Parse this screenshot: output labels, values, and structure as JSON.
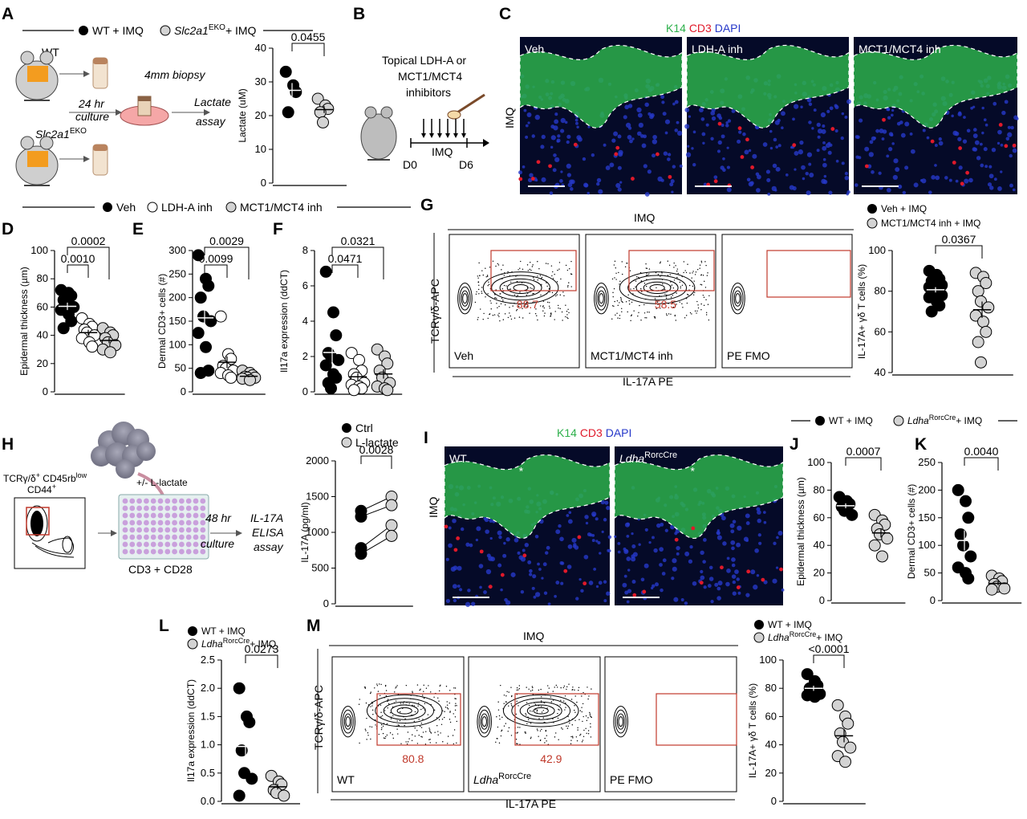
{
  "panel_labels": [
    "A",
    "B",
    "C",
    "D",
    "E",
    "F",
    "G",
    "H",
    "I",
    "J",
    "K",
    "L",
    "M"
  ],
  "colors": {
    "filled": "#000000",
    "open": "#ffffff",
    "gray": "#d3d3d3",
    "gate": "#c0392b",
    "k14": "#2db04b",
    "cd3": "#e0192a",
    "dapi": "#2638c9",
    "plate": "#c9a0dc"
  },
  "panelA": {
    "legend_wt": "WT + IMQ",
    "legend_eko_gene": "Slc2a1",
    "legend_eko_sup": "EKO",
    "legend_eko_suffix": "+ IMQ",
    "mouse1_label": "WT",
    "mouse2_gene": "Slc2a1",
    "mouse2_sup": "EKO",
    "biopsy_label": "4mm biopsy",
    "culture_line1": "24 hr",
    "culture_line2": "culture",
    "assay_line1": "Lactate",
    "assay_line2": "assay"
  },
  "panelB": {
    "line1": "Topical LDH-A or",
    "line2": "MCT1/MCT4",
    "line3": "inhibitors",
    "imq": "IMQ",
    "d0": "D0",
    "d6": "D6"
  },
  "panelC": {
    "stain_k14": "K14",
    "stain_cd3": "CD3",
    "stain_dapi": "DAPI",
    "row_label": "IMQ",
    "images": [
      "Veh",
      "LDH-A inh",
      "MCT1/MCT4 inh"
    ]
  },
  "legendDEF": [
    "Veh",
    "LDH-A inh",
    "MCT1/MCT4 inh"
  ],
  "panelG": {
    "title": "IMQ",
    "yaxis": "TCRγ/δ-APC",
    "xaxis": "IL-17A PE",
    "plots": [
      {
        "label": "Veh",
        "value": "88.7"
      },
      {
        "label": "MCT1/MCT4 inh",
        "value": "58.5"
      },
      {
        "label": "PE FMO",
        "value": ""
      }
    ],
    "legend": [
      "Veh + IMQ",
      "MCT1/MCT4 inh + IMQ"
    ]
  },
  "panelH": {
    "gate_line1_a": "TCRγ/δ",
    "gate_line1_sup": "+",
    "gate_line1_b": " CD45rb",
    "gate_line1_sup2": "low",
    "gate_line2": "CD44",
    "gate_line2_sup": "+",
    "treatment": "+/- L-lactate",
    "plate_label": "CD3 + CD28",
    "culture_line1": "48 hr",
    "culture_line2": "culture",
    "assay_line1": "IL-17A",
    "assay_line2": "ELISA",
    "assay_line3": "assay",
    "legend": [
      "Ctrl",
      "L-lactate"
    ]
  },
  "panelI": {
    "stain_k14": "K14",
    "stain_cd3": "CD3",
    "stain_dapi": "DAPI",
    "row_label": "IMQ",
    "img1": "WT",
    "img2_gene": "Ldha",
    "img2_sup": "RorcCre"
  },
  "legendJK": {
    "wt": "WT + IMQ",
    "ko_gene": "Ldha",
    "ko_sup": "RorcCre",
    "ko_suffix": "+ IMQ"
  },
  "legendL": {
    "wt": "WT + IMQ",
    "ko_gene": "Ldha",
    "ko_sup": "RorcCre",
    "ko_suffix": "+ IMQ"
  },
  "panelM": {
    "title": "IMQ",
    "yaxis": "TCRγ/δ-APC",
    "xaxis": "IL-17A PE",
    "plots": [
      {
        "label": "WT",
        "value": "80.8"
      },
      {
        "label": "Ldha",
        "sup": "RorcCre",
        "value": "42.9"
      },
      {
        "label": "PE FMO",
        "value": ""
      }
    ],
    "legend": {
      "wt": "WT + IMQ",
      "ko_gene": "Ldha",
      "ko_sup": "RorcCre",
      "ko_suffix": "+ IMQ"
    }
  },
  "chart_data": [
    {
      "id": "A",
      "type": "scatter",
      "ylabel": "Lactate (uM)",
      "ylim": [
        0,
        40
      ],
      "yticks": [
        0,
        10,
        20,
        30,
        40
      ],
      "groups": [
        {
          "name": "WT + IMQ",
          "fill": "black",
          "values": [
            33,
            29,
            27,
            21
          ]
        },
        {
          "name": "Slc2a1 EKO + IMQ",
          "fill": "gray",
          "values": [
            25,
            23,
            22,
            21,
            18
          ]
        }
      ],
      "pvalues": [
        {
          "text": "0.0455",
          "from": 0,
          "to": 1
        }
      ]
    },
    {
      "id": "D",
      "type": "scatter",
      "ylabel": "Epidermal thickness (µm)",
      "ylim": [
        0,
        100
      ],
      "yticks": [
        0,
        20,
        40,
        60,
        80,
        100
      ],
      "groups": [
        {
          "name": "Veh",
          "fill": "black",
          "values": [
            72,
            70,
            68,
            65,
            62,
            60,
            58,
            55,
            50,
            45
          ]
        },
        {
          "name": "LDH-A inh",
          "fill": "white",
          "values": [
            52,
            48,
            46,
            44,
            42,
            40,
            38,
            35,
            32
          ]
        },
        {
          "name": "MCT1/MCT4 inh",
          "fill": "gray",
          "values": [
            45,
            42,
            40,
            38,
            35,
            33,
            30,
            28
          ]
        }
      ],
      "pvalues": [
        {
          "text": "0.0002",
          "from": 0,
          "to": 2
        },
        {
          "text": "0.0010",
          "from": 0,
          "to": 1
        }
      ]
    },
    {
      "id": "E",
      "type": "scatter",
      "ylabel": "Dermal CD3+ cells (#)",
      "ylim": [
        0,
        300
      ],
      "yticks": [
        0,
        50,
        100,
        150,
        200,
        250,
        300
      ],
      "groups": [
        {
          "name": "Veh",
          "fill": "black",
          "values": [
            290,
            240,
            225,
            200,
            160,
            150,
            125,
            95,
            45,
            40
          ]
        },
        {
          "name": "LDH-A inh",
          "fill": "white",
          "values": [
            160,
            80,
            70,
            55,
            50,
            45,
            40,
            35,
            30
          ]
        },
        {
          "name": "MCT1/MCT4 inh",
          "fill": "gray",
          "values": [
            45,
            40,
            35,
            32,
            30,
            30,
            28,
            25
          ]
        }
      ],
      "pvalues": [
        {
          "text": "0.0029",
          "from": 0,
          "to": 2
        },
        {
          "text": "0.0099",
          "from": 0,
          "to": 1
        }
      ]
    },
    {
      "id": "F",
      "type": "scatter",
      "ylabel": "Il17a expression (ddCT)",
      "ylim": [
        0,
        8
      ],
      "yticks": [
        0,
        2,
        4,
        6,
        8
      ],
      "groups": [
        {
          "name": "Veh",
          "fill": "black",
          "values": [
            6.8,
            4.5,
            3.2,
            2.2,
            2.0,
            1.8,
            1.5,
            1.0,
            0.8,
            0.5,
            0.2
          ]
        },
        {
          "name": "LDH-A inh",
          "fill": "white",
          "values": [
            2.2,
            1.8,
            1.2,
            1.0,
            0.8,
            0.5,
            0.4,
            0.3,
            0.2,
            0.1
          ]
        },
        {
          "name": "MCT1/MCT4 inh",
          "fill": "gray",
          "values": [
            2.4,
            2.0,
            1.6,
            1.2,
            0.8,
            0.5,
            0.3,
            0.2,
            0.1
          ]
        }
      ],
      "pvalues": [
        {
          "text": "0.0321",
          "from": 0,
          "to": 2
        },
        {
          "text": "0.0471",
          "from": 0,
          "to": 1
        }
      ]
    },
    {
      "id": "G",
      "type": "scatter",
      "ylabel": "IL-17A+ γδ T cells (%)",
      "ylim": [
        40,
        100
      ],
      "yticks": [
        40,
        60,
        80,
        100
      ],
      "groups": [
        {
          "name": "Veh + IMQ",
          "fill": "black",
          "values": [
            90,
            88,
            86,
            85,
            84,
            83,
            82,
            81,
            80,
            80,
            79,
            78,
            77,
            75,
            73,
            70
          ]
        },
        {
          "name": "MCT1/MCT4 inh + IMQ",
          "fill": "gray",
          "values": [
            89,
            87,
            84,
            80,
            75,
            72,
            68,
            65,
            60,
            55,
            45
          ]
        }
      ],
      "pvalues": [
        {
          "text": "0.0367",
          "from": 0,
          "to": 1
        }
      ]
    },
    {
      "id": "H",
      "type": "line",
      "ylabel": "IL-17A (pg/ml)",
      "ylim": [
        0,
        2000
      ],
      "yticks": [
        0,
        500,
        1000,
        1500,
        2000
      ],
      "pairs": [
        [
          1300,
          1500
        ],
        [
          1220,
          1380
        ],
        [
          780,
          1100
        ],
        [
          700,
          950
        ]
      ],
      "series": [
        {
          "name": "Ctrl",
          "fill": "black"
        },
        {
          "name": "L-lactate",
          "fill": "gray"
        }
      ],
      "pvalues": [
        {
          "text": "0.0028",
          "from": 0,
          "to": 1
        }
      ]
    },
    {
      "id": "J",
      "type": "scatter",
      "ylabel": "Epidermal thickness (µm)",
      "ylim": [
        0,
        100
      ],
      "yticks": [
        0,
        20,
        40,
        60,
        80,
        100
      ],
      "groups": [
        {
          "name": "WT + IMQ",
          "fill": "black",
          "values": [
            75,
            72,
            70,
            68,
            65,
            62
          ]
        },
        {
          "name": "Ldha RorcCre + IMQ",
          "fill": "gray",
          "values": [
            62,
            58,
            55,
            52,
            48,
            45,
            40,
            32
          ]
        }
      ],
      "pvalues": [
        {
          "text": "0.0007",
          "from": 0,
          "to": 1
        }
      ]
    },
    {
      "id": "K",
      "type": "scatter",
      "ylabel": "Dermal CD3+ cells (#)",
      "ylim": [
        0,
        250
      ],
      "yticks": [
        0,
        50,
        100,
        150,
        200,
        250
      ],
      "groups": [
        {
          "name": "WT + IMQ",
          "fill": "black",
          "values": [
            200,
            180,
            150,
            120,
            100,
            80,
            60,
            50,
            40
          ]
        },
        {
          "name": "Ldha RorcCre + IMQ",
          "fill": "gray",
          "values": [
            45,
            40,
            35,
            30,
            25,
            22,
            20
          ]
        }
      ],
      "pvalues": [
        {
          "text": "0.0040",
          "from": 0,
          "to": 1
        }
      ]
    },
    {
      "id": "L",
      "type": "scatter",
      "ylabel": "Il17a expression (ddCT)",
      "ylim": [
        0,
        2.5
      ],
      "yticks": [
        0.0,
        0.5,
        1.0,
        1.5,
        2.0,
        2.5
      ],
      "groups": [
        {
          "name": "WT + IMQ",
          "fill": "black",
          "values": [
            2.0,
            1.5,
            1.4,
            0.9,
            0.5,
            0.4,
            0.1
          ]
        },
        {
          "name": "Ldha RorcCre + IMQ",
          "fill": "gray",
          "values": [
            0.45,
            0.35,
            0.3,
            0.2,
            0.15,
            0.1
          ]
        }
      ],
      "pvalues": [
        {
          "text": "0.0273",
          "from": 0,
          "to": 1
        }
      ]
    },
    {
      "id": "M",
      "type": "scatter",
      "ylabel": "IL-17A+ γδ T cells (%)",
      "ylim": [
        0,
        100
      ],
      "yticks": [
        0,
        20,
        40,
        60,
        80,
        100
      ],
      "groups": [
        {
          "name": "WT + IMQ",
          "fill": "black",
          "values": [
            90,
            85,
            82,
            80,
            78,
            76,
            75,
            74
          ]
        },
        {
          "name": "Ldha RorcCre + IMQ",
          "fill": "gray",
          "values": [
            68,
            60,
            55,
            48,
            42,
            38,
            32,
            28
          ]
        }
      ],
      "pvalues": [
        {
          "text": "<0.0001",
          "from": 0,
          "to": 1
        }
      ]
    }
  ]
}
